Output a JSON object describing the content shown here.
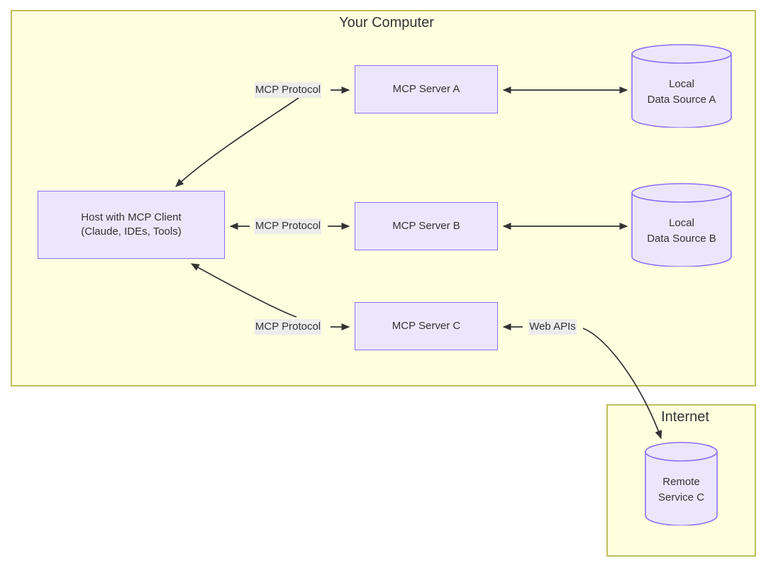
{
  "diagram": {
    "title_visible": false,
    "colors": {
      "group_fill": "#FFFFE0",
      "group_border": "#BFBF5B",
      "node_fill": "#ECE6FD",
      "node_border": "#8C6FF7",
      "edge_stroke": "#333333",
      "label_bg": "#ECECEC",
      "text": "#333333"
    },
    "groups": [
      {
        "id": "your-computer",
        "label": "Your Computer"
      },
      {
        "id": "internet",
        "label": "Internet"
      }
    ],
    "nodes": [
      {
        "id": "host",
        "shape": "rect",
        "label_line1": "Host with MCP Client",
        "label_line2": "(Claude, IDEs, Tools)"
      },
      {
        "id": "server-a",
        "shape": "rect",
        "label": "MCP Server A"
      },
      {
        "id": "server-b",
        "shape": "rect",
        "label": "MCP Server B"
      },
      {
        "id": "server-c",
        "shape": "rect",
        "label": "MCP Server C"
      },
      {
        "id": "data-source-a",
        "shape": "cylinder",
        "label_line1": "Local",
        "label_line2": "Data Source A"
      },
      {
        "id": "data-source-b",
        "shape": "cylinder",
        "label_line1": "Local",
        "label_line2": "Data Source B"
      },
      {
        "id": "remote-service-c",
        "shape": "cylinder",
        "label_line1": "Remote",
        "label_line2": "Service C"
      }
    ],
    "edges": [
      {
        "id": "host-server-a",
        "label": "MCP Protocol",
        "from": "host",
        "to": "server-a",
        "style": "curved-double"
      },
      {
        "id": "host-server-b",
        "label": "MCP Protocol",
        "from": "host",
        "to": "server-b",
        "style": "straight-double"
      },
      {
        "id": "host-server-c",
        "label": "MCP Protocol",
        "from": "host",
        "to": "server-c",
        "style": "curved-double"
      },
      {
        "id": "server-a-data-a",
        "label": "",
        "from": "server-a",
        "to": "data-source-a",
        "style": "straight-double"
      },
      {
        "id": "server-b-data-b",
        "label": "",
        "from": "server-b",
        "to": "data-source-b",
        "style": "straight-double"
      },
      {
        "id": "server-c-remote-c",
        "label": "Web APIs",
        "from": "server-c",
        "to": "remote-service-c",
        "style": "curved-double"
      }
    ]
  }
}
